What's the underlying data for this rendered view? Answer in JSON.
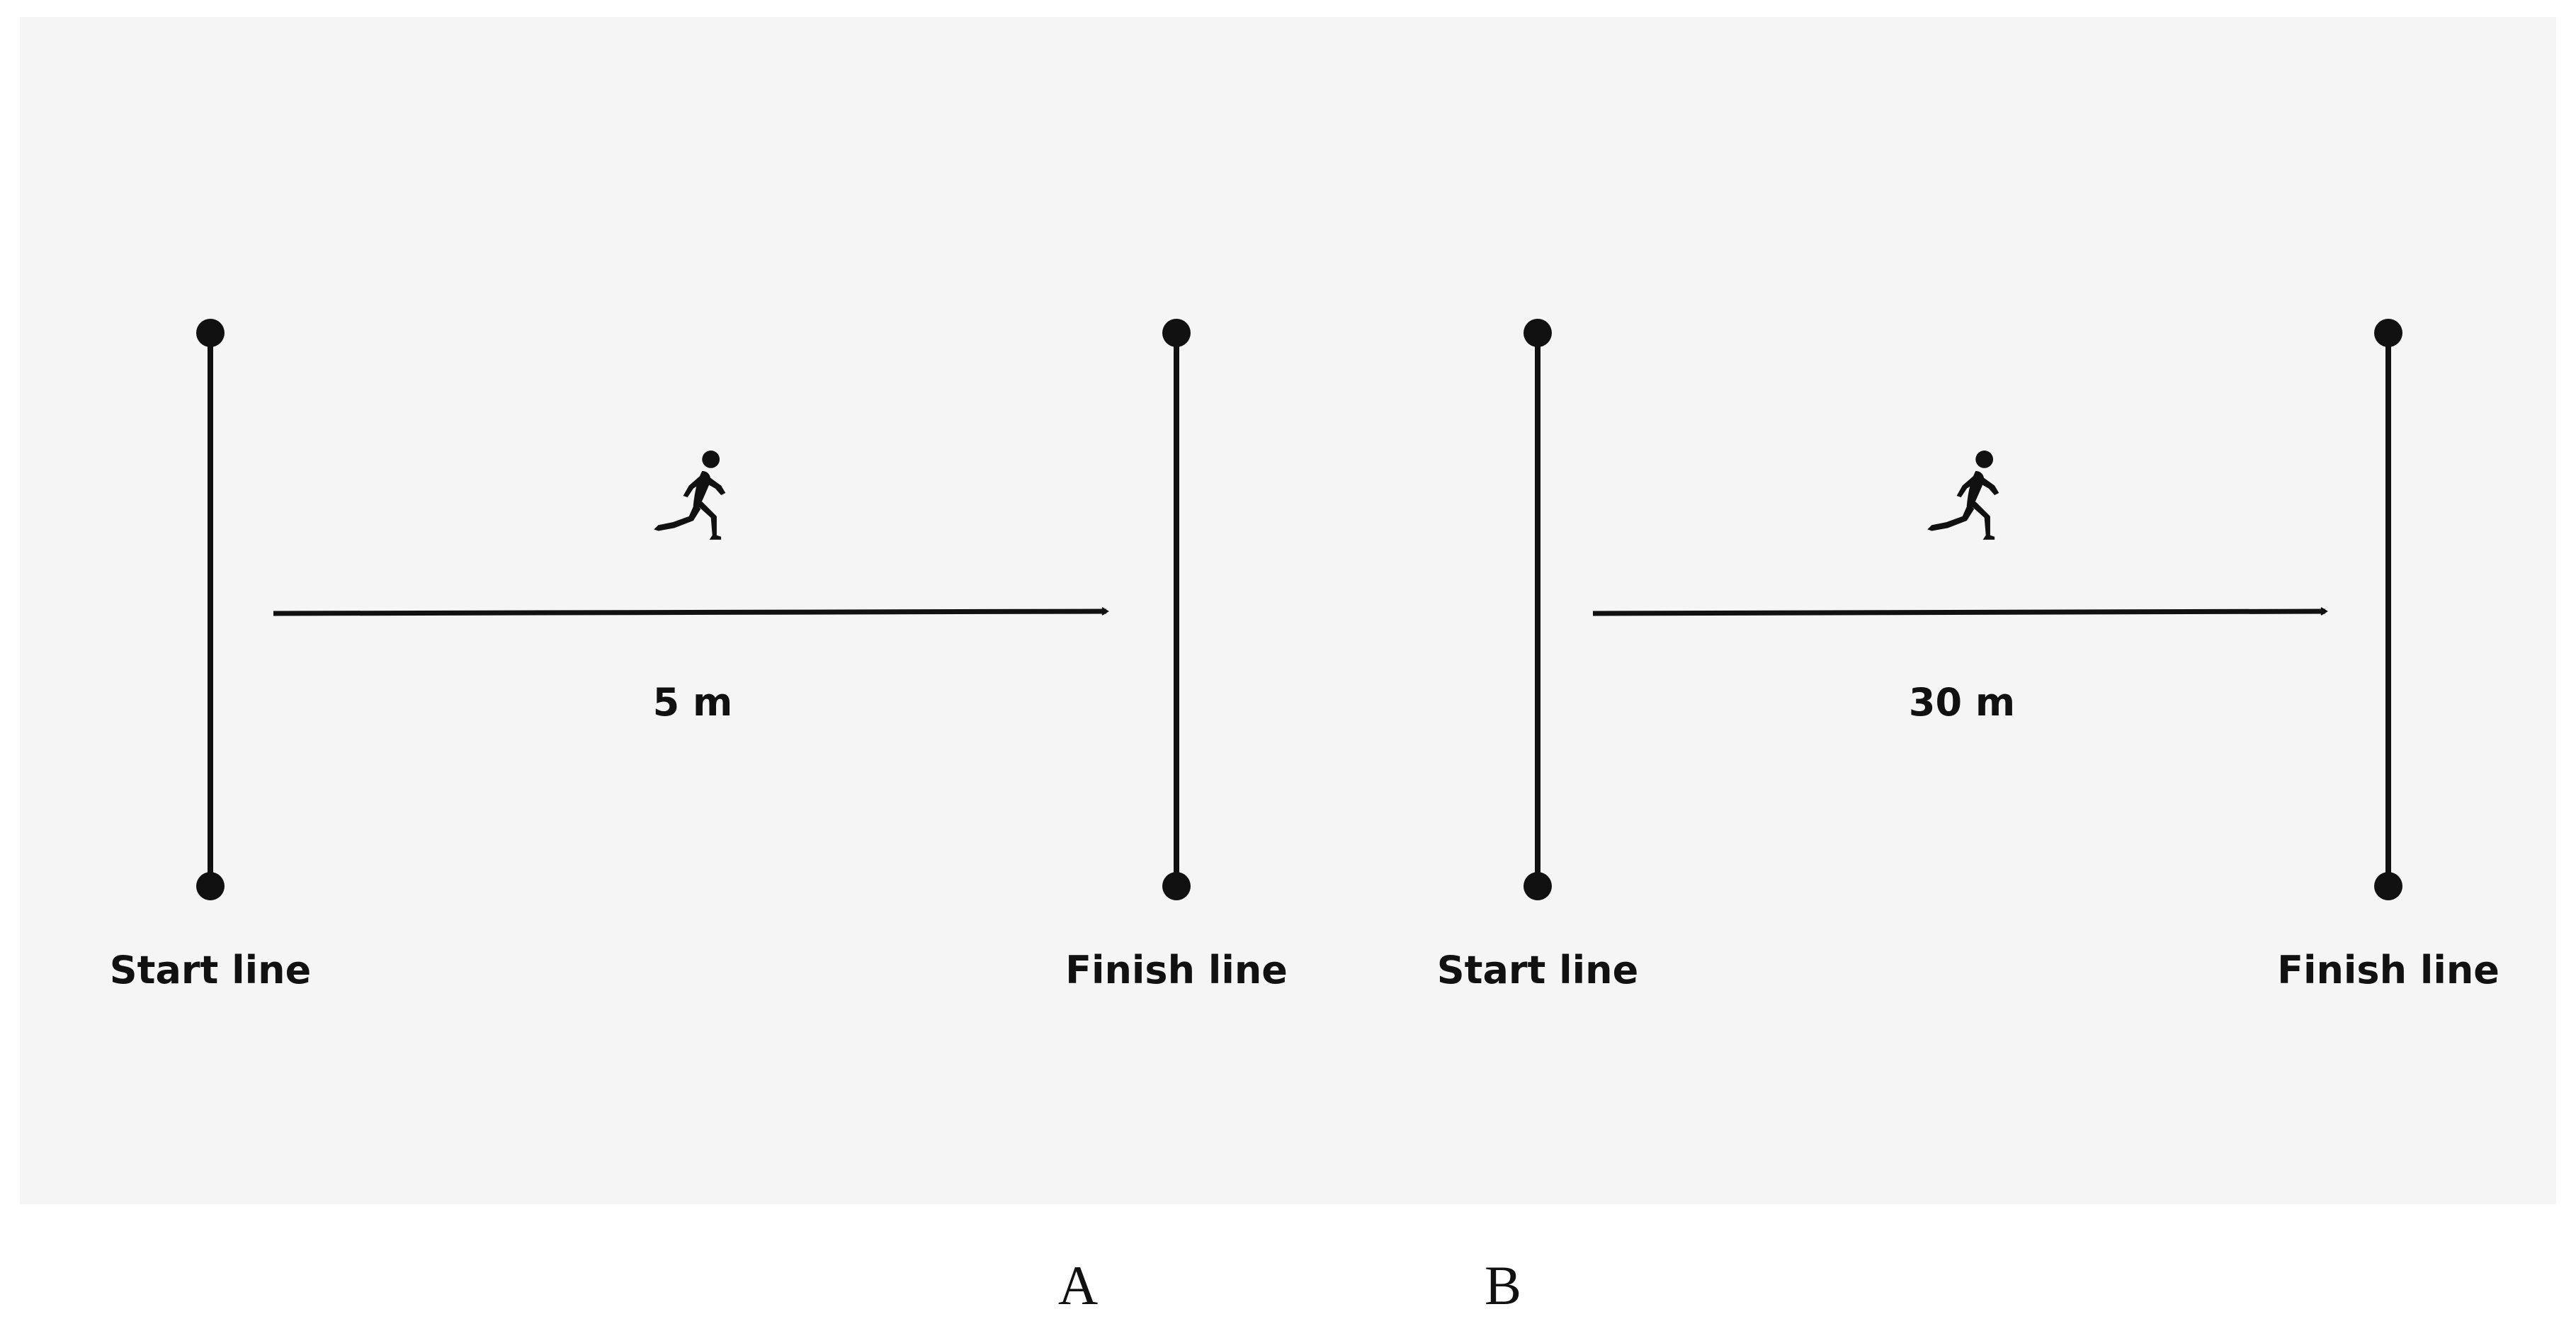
{
  "panels": [
    {
      "caption": "A",
      "start_label": "Start line",
      "finish_label": "Finish line",
      "distance_label": "5 m",
      "icon": "runner-icon"
    },
    {
      "caption": "B",
      "start_label": "Start line",
      "finish_label": "Finish line",
      "distance_label": "30 m",
      "icon": "runner-icon"
    }
  ],
  "colors": {
    "background": "#f5f5f5",
    "ink": "#111111"
  }
}
